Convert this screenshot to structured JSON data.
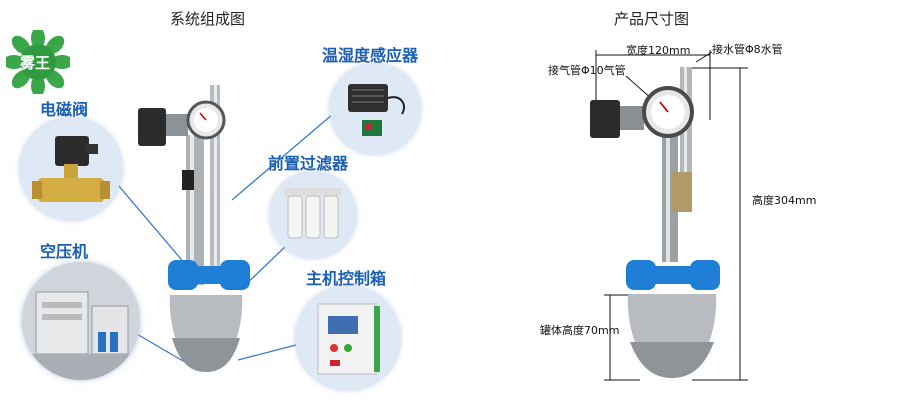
{
  "left_panel": {
    "title": "系统组成图",
    "logo": {
      "text": "雾王",
      "mark": "®",
      "icon": "leaf-wreath-logo"
    },
    "components": {
      "solenoid_valve": "电磁阀",
      "air_compressor": "空压机",
      "humidity_sensor": "温湿度感应器",
      "prefilter": "前置过滤器",
      "control_box": "主机控制箱"
    }
  },
  "right_panel": {
    "title": "产品尺寸图",
    "dimensions": {
      "width": "宽度120mm",
      "water_pipe": "接水管Φ8水管",
      "air_pipe": "接气管Φ10气管",
      "height": "高度304mm",
      "tank_height": "罐体高度70mm"
    }
  },
  "colors": {
    "accent_blue": "#1a5fb4",
    "circle_bg": "#dfe9f6",
    "logo_green": "#3aa84a",
    "tank_gray": "#9aa0a6",
    "valve_blue": "#1f7fd6"
  }
}
